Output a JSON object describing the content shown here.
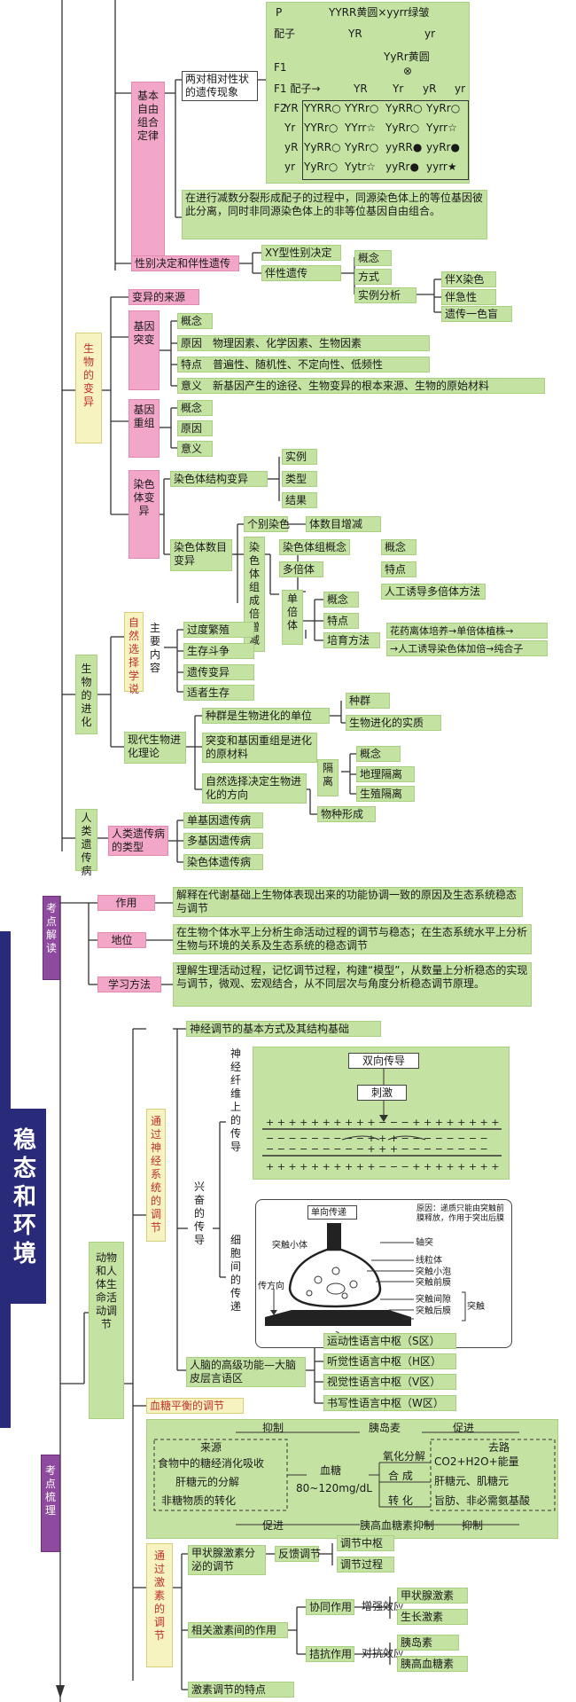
{
  "diagram": {
    "colors": {
      "green": "#c4e2a2",
      "pink": "#f3a7c8",
      "navy": "#2a2a7a",
      "purple": "#8e4a9e",
      "yellow": "#f7f3c0"
    },
    "inheritance": {
      "free_comb_law": "基本自由组合定律",
      "two_traits": "两对相对性状的遗传现象",
      "cross": {
        "p_label": "P",
        "p_cross": "YYRR黄圆×yyrr绿皱",
        "gametes_label": "配子",
        "g1": "YR",
        "g2": "yr",
        "f1_label": "F1",
        "f1": "YyRr黄圆",
        "self": "⊗",
        "f1g_label": "F1 配子→",
        "f1g": [
          "YR",
          "Yr",
          "yR",
          "yr"
        ],
        "f2_label": "F2",
        "rows": [
          [
            "YR",
            "YYRR○",
            "YYRr○",
            "YyRR○",
            "YyRr○"
          ],
          [
            "Yr",
            "YYRr○",
            "YYrr☆",
            "YyRr○",
            "Yyrr☆"
          ],
          [
            "yR",
            "YyRR○",
            "YyRr○",
            "yyRR●",
            "yyRr●"
          ],
          [
            "yr",
            "YyRr○",
            "Yytr☆",
            "yyRr●",
            "yyrr★"
          ]
        ]
      },
      "meiosis": "在进行减数分裂形成配子的过程中，同源染色体上的等位基因彼此分离，同时非同源染色体上的非等位基因自由组合。",
      "sex_det": "性别决定和伴性遗传",
      "xy": "XY型性别决定",
      "sex_linked": "伴性遗传",
      "concept": "概念",
      "method": "方式",
      "case": "实例分析",
      "x_linked": "伴X染色",
      "color_blind_a": "伴急性",
      "color_blind_b": "遗传一色盲"
    },
    "variation": {
      "title": "生物的变异",
      "source": "变异的来源",
      "gene_mut": "基因突变",
      "concept": "概念",
      "cause": "原因",
      "cause_txt": "物理因素、化学因素、生物因素",
      "feature": "特点",
      "feature_txt": "普遍性、随机性、不定向性、低频性",
      "meaning": "意义",
      "meaning_txt": "新基因产生的途径、生物变异的根本来源、生物的原始材料",
      "recomb": "基因重组",
      "chrom_var": "染色体变异",
      "struct": "染色体结构变异",
      "example": "实例",
      "types": "类型",
      "result": "结果",
      "num": "染色体数目变异",
      "single": "个别染色",
      "single_txt": "体数目增减",
      "set_var": "染色体组成倍增减",
      "set_concept": "染色体组概念",
      "poly": "多倍体",
      "artificial": "人工诱导多倍体方法",
      "haploid": "单倍体",
      "breed": "培育方法",
      "breed1": "花药离体培养→单倍体植株→",
      "breed2": "→人工诱导染色体加倍→纯合子"
    },
    "evolution": {
      "title": "生物的进化",
      "natural": "自然选择学说",
      "main": "主要内容",
      "items": [
        "过度繁殖",
        "生存斗争",
        "遗传变异",
        "适者生存"
      ],
      "modern": "现代生物进化理论",
      "pop": "种群是生物进化的单位",
      "species": "种群",
      "essence": "生物进化的实质",
      "mut": "突变和基因重组是进化的原材料",
      "iso": "隔离",
      "iso_items": [
        "概念",
        "地理隔离",
        "生殖隔离"
      ],
      "nsel": "自然选择决定生物进化的方向",
      "form": "物种形成"
    },
    "disease": {
      "title": "人类遗传病",
      "types": "人类遗传病的类型",
      "items": [
        "单基因遗传病",
        "多基因遗传病",
        "染色体遗传病"
      ]
    },
    "homeostasis": {
      "main_title": "稳态和环境",
      "interp": "考点解读",
      "comb": "考点梳理",
      "role": "作用",
      "role_txt": "解释在代谢基础上生物体表现出来的功能协调一致的原因及生态系统稳态与调节",
      "status": "地位",
      "status_txt": "在生物个体水平上分析生命活动过程的调节与稳态；在生态系统水平上分析生物与环境的关系及生态系统的稳态调节",
      "study": "学习方法",
      "study_txt": "理解生理活动过程，记忆调节过程，构建“模型”，从数量上分析稳态的实现与调节，微观、宏观结合，从不同层次与角度分析稳态调节原理。",
      "life_reg": "动物和人体生命活动调节",
      "neural": "通过神经系统的调节",
      "neural_basic": "神经调节的基本方式及其结构基础",
      "excite": "兴奋的传导",
      "fiber": "神经纤维上的传导",
      "bi": "双向传导",
      "stim": "刺激",
      "cell": "细胞间的传递",
      "synapse": {
        "one_way": "单向传递",
        "reason": "原因：递质只能由突触前膜释放，作用于突出后膜",
        "axon": "轴突",
        "bulb": "突触小体",
        "mito": "线粒体",
        "vesicle": "突触小泡",
        "pre": "突触前膜",
        "gap": "突触间隙",
        "post": "突触后膜",
        "syn": "突触",
        "dir": "传方向",
        "trans": "递质"
      },
      "brain": "人脑的高级功能—大脑皮层言语区",
      "brain_items": [
        "运动性语言中枢（S区）",
        "听觉性语言中枢（H区）",
        "视觉性语言中枢（V区）",
        "书写性语言中枢（W区）"
      ],
      "glucose_title": "血糖平衡的调节",
      "glucose": {
        "inhibit": "抑制",
        "insulin": "胰岛麦",
        "promote": "促进",
        "source": "来源",
        "dest": "去路",
        "s1": "食物中的糖经消化吸收",
        "s2": "肝糖元的分解",
        "s3": "非糖物质的转化",
        "sugar": "血糖",
        "range": "80~120mg/dL",
        "oxid": "氧化分解",
        "synth": "合 成",
        "conv": "转 化",
        "d1": "CO2+H2O+能量",
        "d2": "肝糖元、肌糖元",
        "d3": "旨肪、非必需氨基酸",
        "promote2": "促进",
        "glucagon": "胰高血糖素抑制",
        "inhibit2": "抑制"
      },
      "hormone": "通过激素的调节",
      "thyroid": "甲状腺激素分泌的调节",
      "feedback": "反馈调节",
      "center": "调节中枢",
      "process": "调节过程",
      "interact": "相关激素间的作用",
      "synergy": "协同作用",
      "enhance": "增强效应",
      "thyroxine": "甲状腺激素",
      "growth": "生长激素",
      "antag": "拮抗作用",
      "oppose": "对抗效应",
      "insulin": "胰岛素",
      "glucagon": "胰高血糖素",
      "feature": "激素调节的特点"
    }
  }
}
